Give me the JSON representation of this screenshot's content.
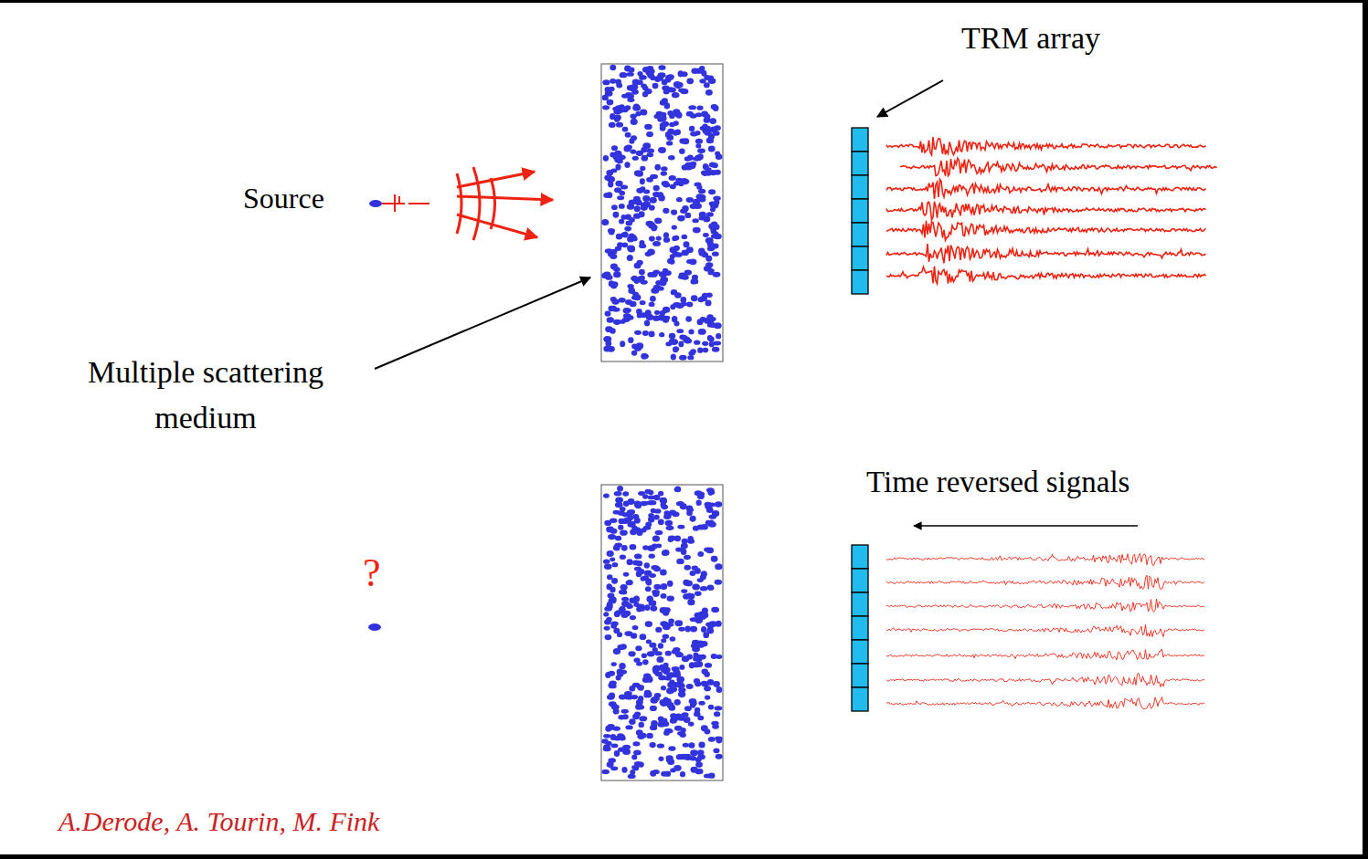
{
  "diagram": {
    "labels": [
      "TRM array",
      "Source",
      "Multiple scattering medium",
      "Time reversed signals",
      "?",
      "A.Derode, A. Tourin, M. Fink"
    ]
  }
}
